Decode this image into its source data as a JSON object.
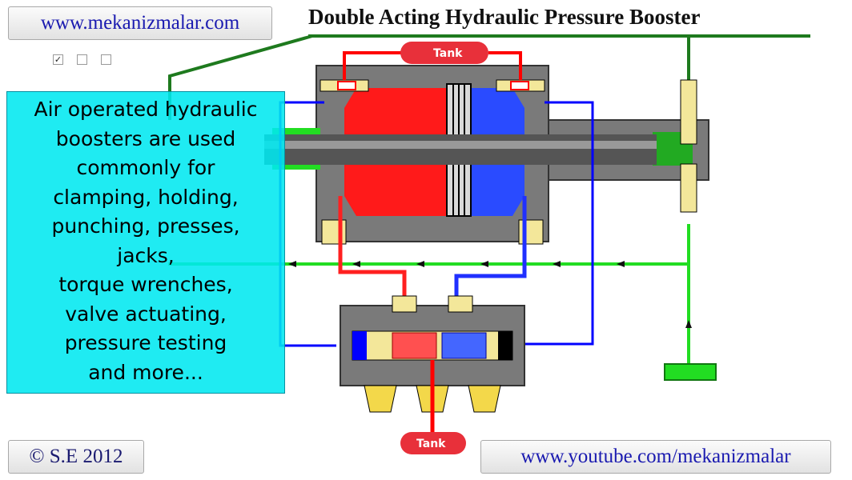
{
  "header": {
    "site_button": "www.mekanizmalar.com",
    "title": "Double Acting Hydraulic Pressure Booster"
  },
  "checkboxes": [
    {
      "checked": true,
      "glyph": "✓"
    },
    {
      "checked": false,
      "glyph": ""
    },
    {
      "checked": false,
      "glyph": ""
    }
  ],
  "info_panel": {
    "lines": [
      "Air operated hydraulic",
      "boosters are used",
      "commonly for",
      "clamping, holding,",
      "punching, presses,",
      "jacks,",
      "torque wrenches,",
      "valve actuating,",
      "pressure testing",
      "and more..."
    ]
  },
  "diagram": {
    "tank_top_label": "Tank",
    "tank_bottom_label": "Tank",
    "colors": {
      "pressure": "#ff0000",
      "return": "#0000ff",
      "hydraulic": "#22dd22",
      "air_line": "#1e7a1e",
      "body": "#7a7a7a",
      "tank": "#e8303a"
    }
  },
  "footer": {
    "copyright_button": "© S.E 2012",
    "youtube_button": "www.youtube.com/mekanizmalar"
  }
}
